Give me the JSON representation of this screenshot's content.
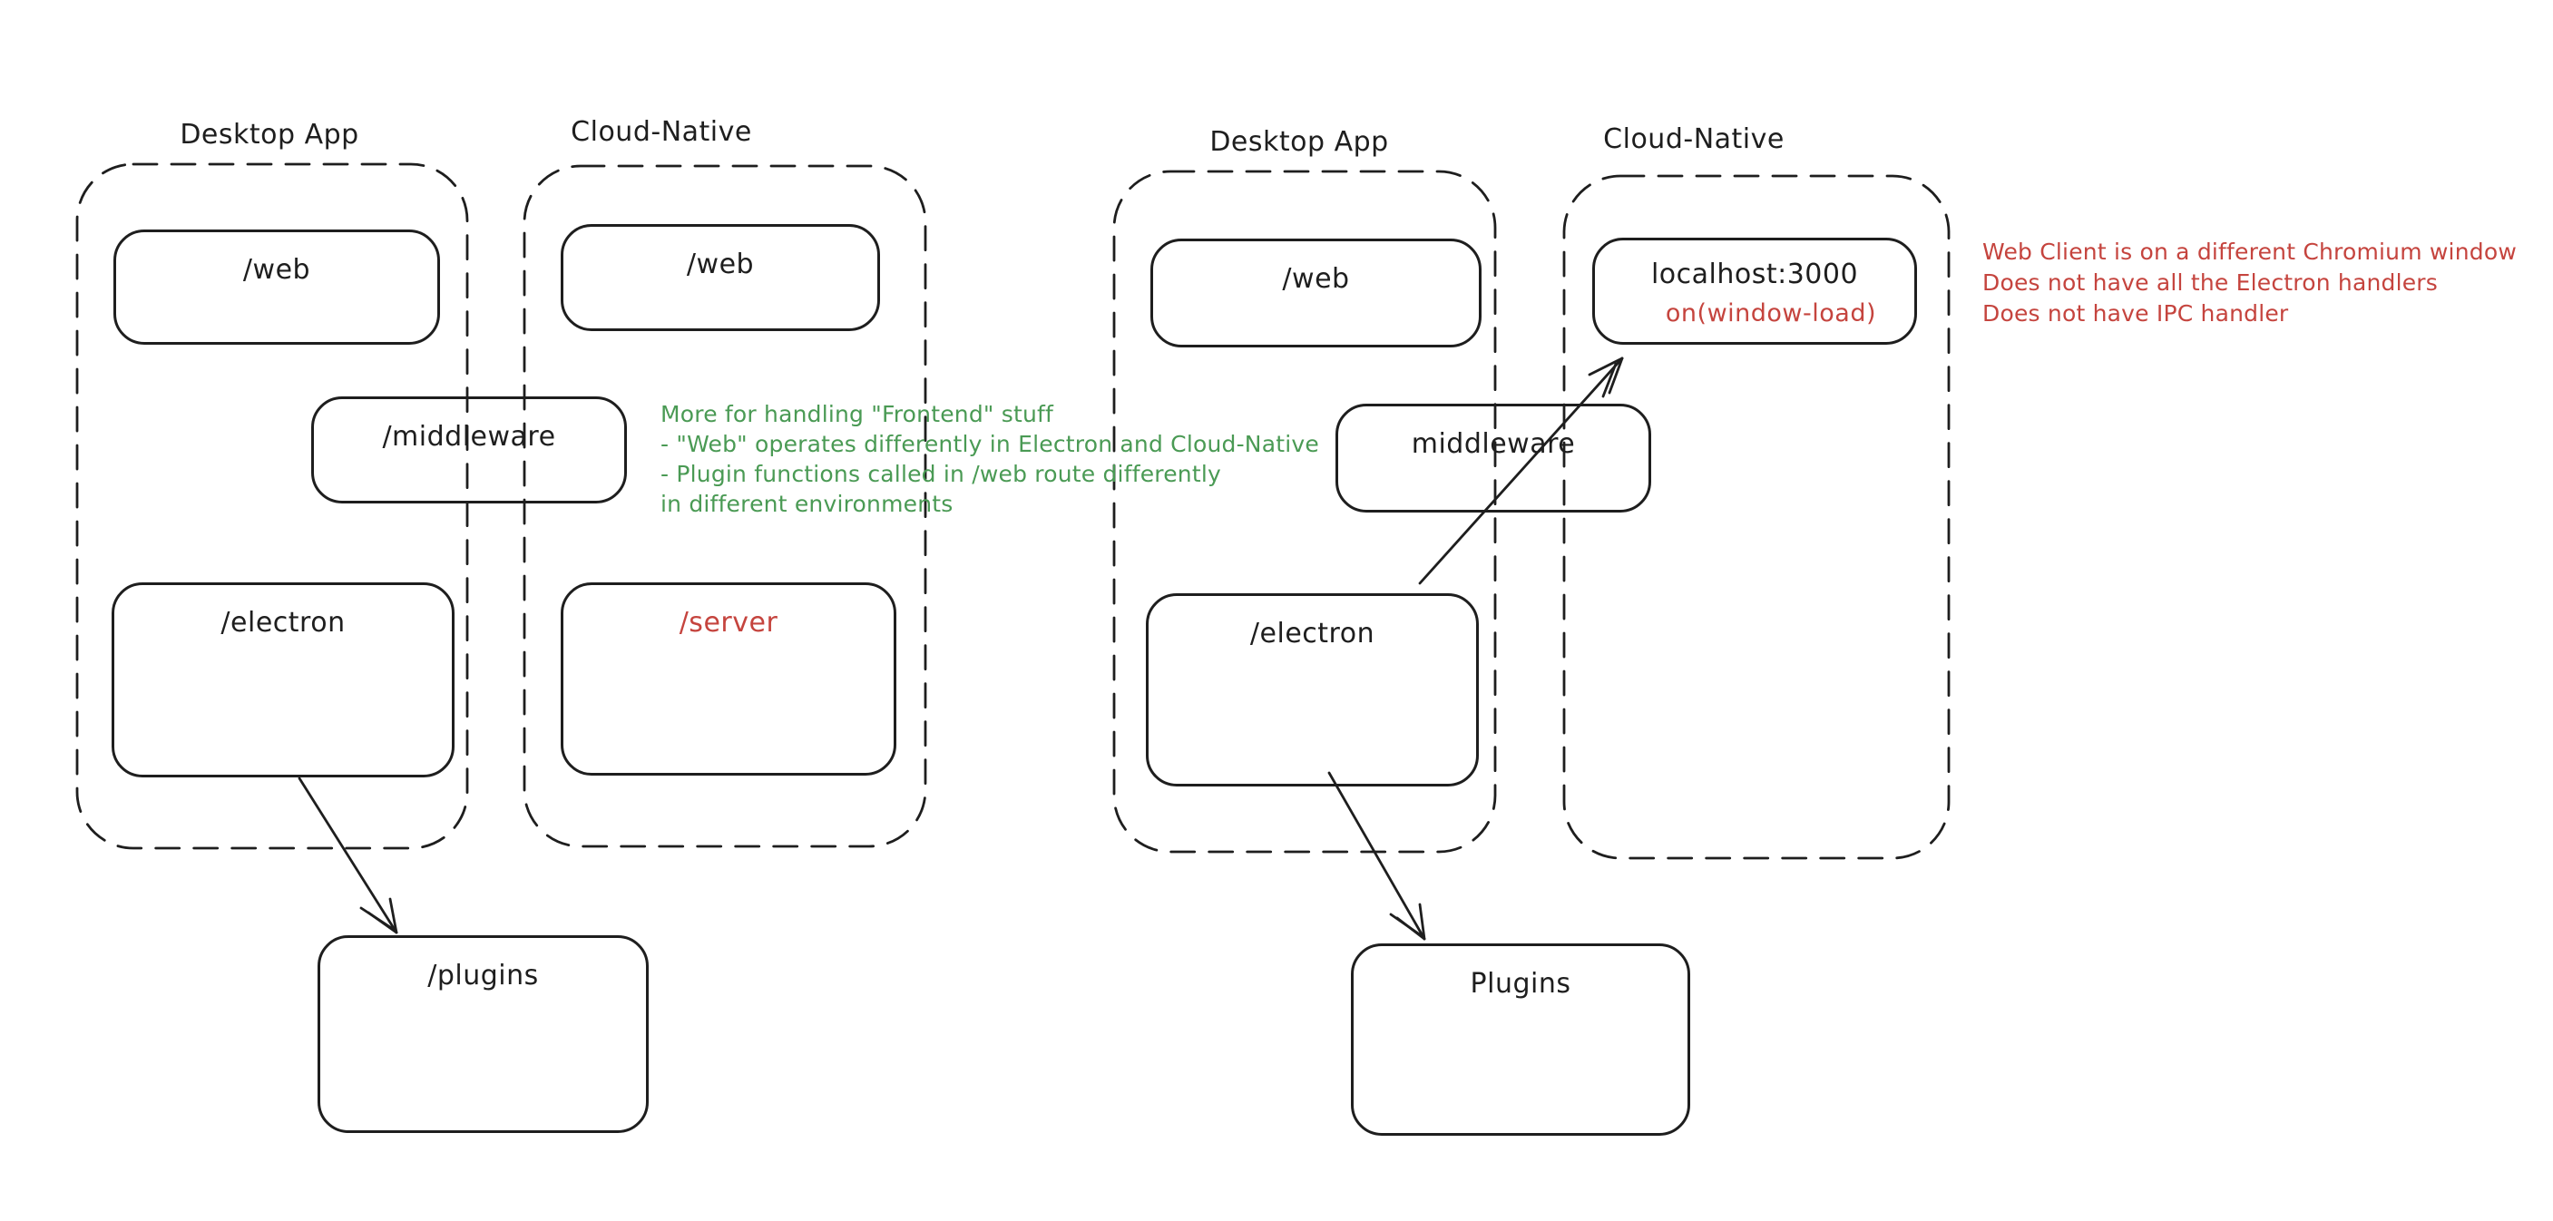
{
  "diagram_left": {
    "desktop_container_label": "Desktop App",
    "cloud_container_label": "Cloud-Native",
    "nodes": {
      "web_desktop": "/web",
      "web_cloud": "/web",
      "middleware": "/middleware",
      "electron": "/electron",
      "server": "/server",
      "plugins": "/plugins"
    }
  },
  "diagram_right": {
    "desktop_container_label": "Desktop App",
    "cloud_container_label": "Cloud-Native",
    "nodes": {
      "web": "/web",
      "localhost": "localhost:3000",
      "window_load": "on(window-load)",
      "middleware": "middleware",
      "electron": "/electron",
      "plugins": "Plugins"
    }
  },
  "annotations": {
    "green_note": {
      "lines": [
        "More for handling \"Frontend\" stuff",
        "- \"Web\" operates differently in Electron and Cloud-Native",
        "- Plugin functions called in /web route differently",
        "in different environments"
      ]
    },
    "red_note": {
      "lines": [
        "Web Client is on a different Chromium window",
        "Does not have all the Electron handlers",
        "Does not have IPC handler"
      ]
    }
  },
  "colors": {
    "stroke": "#1e1e1e",
    "green_text": "#4a9a54",
    "red_text": "#c5443e",
    "background": "#ffffff"
  }
}
